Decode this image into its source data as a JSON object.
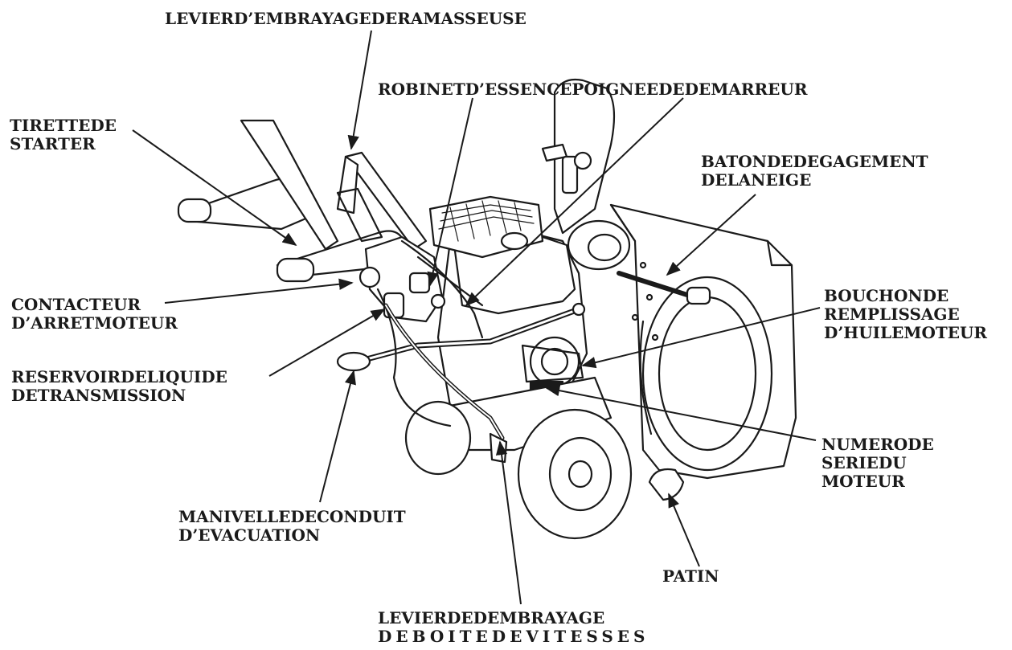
{
  "labels": {
    "levier_ramasseuse": [
      "LEVIERD’EMBRAYAGEDERAMASSEUSE"
    ],
    "robinet_poignee": [
      "ROBINETD’ESSENCEPOIGNEEDEDEMARREUR"
    ],
    "tirette_starter": [
      "TIRETTEDE",
      "STARTER"
    ],
    "baton_degagement": [
      "BATONDEDEGAGEMENT",
      "DELANEIGE"
    ],
    "contacteur": [
      "CONTACTEUR",
      "D’ARRETMOTEUR"
    ],
    "bouchon": [
      "BOUCHONDE",
      "REMPLISSAGE",
      "D’HUILEMOTEUR"
    ],
    "reservoir": [
      "RESERVOIRDELIQUIDE",
      "DETRANSMISSION"
    ],
    "numero_serie": [
      "NUMERODE",
      "SERIEDU",
      "MOTEUR"
    ],
    "manivelle": [
      "MANIVELLEDECONDUIT",
      "D’EVACUATION"
    ],
    "patin": [
      "PATIN"
    ],
    "levier_vitesses": [
      "LEVIERDEDEMBRAYAGE",
      "DEBOITEDEVITESSES"
    ]
  },
  "colors": {
    "ink": "#1a1a1a",
    "background": "#ffffff"
  }
}
